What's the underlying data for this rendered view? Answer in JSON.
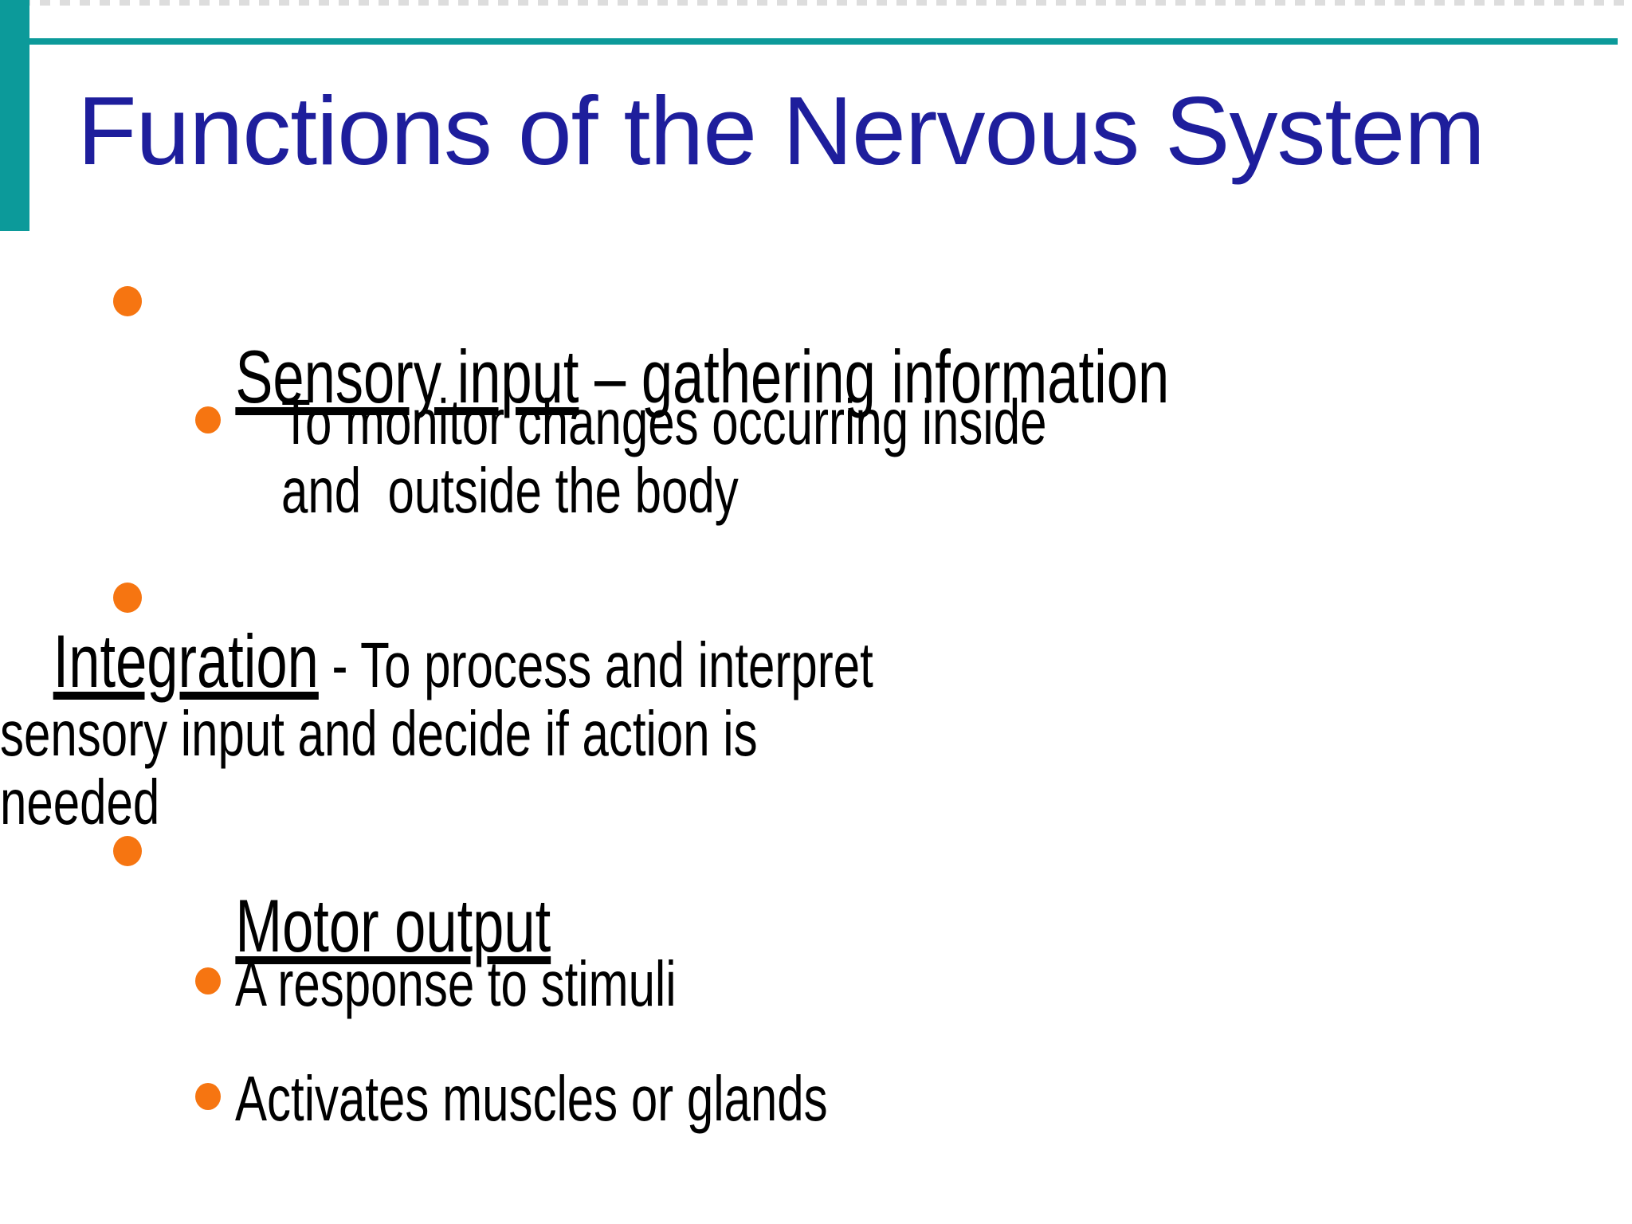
{
  "slide": {
    "title": "Functions of the Nervous System",
    "colors": {
      "background": "#ffffff",
      "teal": "#0c9a9a",
      "title_blue": "#1e1e9c",
      "bullet_orange": "#f67511",
      "text": "#000000",
      "top_dashes": "#d2d2d2"
    },
    "content": {
      "bullet1": {
        "term": "Sensory input",
        "rest": " – gathering information"
      },
      "sub1": "To monitor changes occurring inside and  outside the body",
      "bullet2": {
        "term": "Integration",
        "rest": " - To process and interpret sensory input and decide if action is needed"
      },
      "bullet3": {
        "term": "Motor output",
        "rest": ""
      },
      "sub2": "A response to stimuli",
      "sub3": "Activates muscles or glands"
    }
  }
}
